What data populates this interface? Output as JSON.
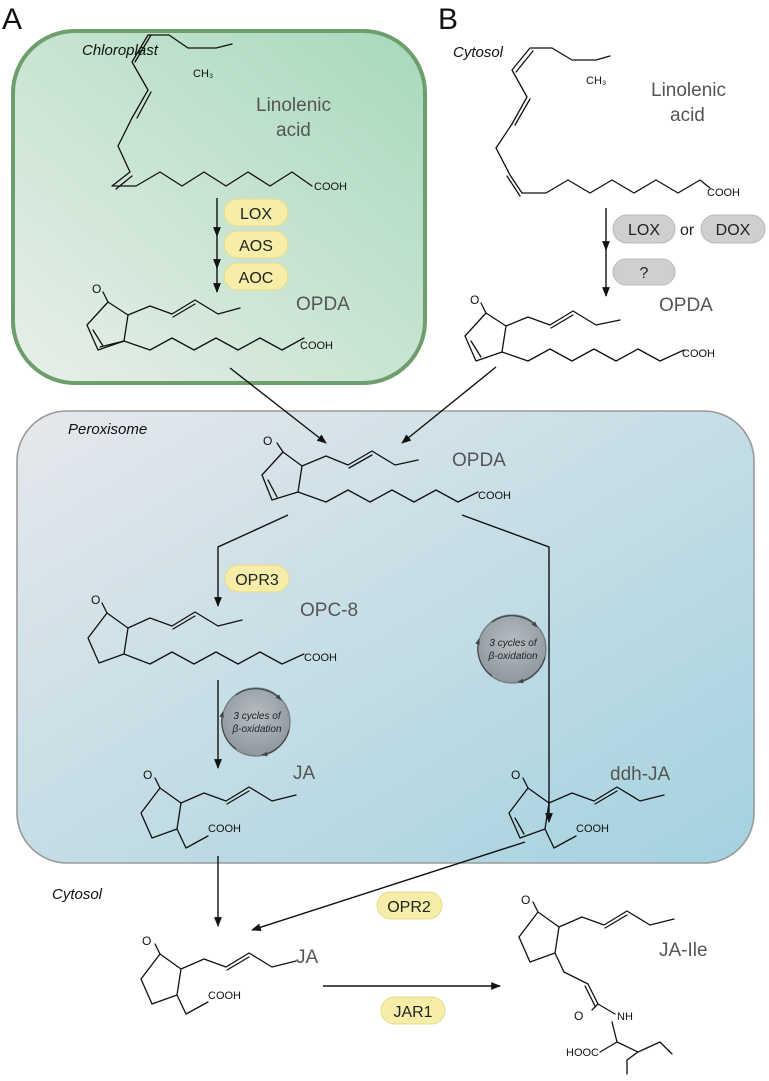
{
  "panels": {
    "a": {
      "label": "A",
      "compartment": "Chloroplast",
      "substrate": [
        "Linolenic",
        "acid"
      ],
      "enzymes": [
        "LOX",
        "AOS",
        "AOC"
      ],
      "product": "OPDA"
    },
    "b": {
      "label": "B",
      "compartment": "Cytosol",
      "substrate": [
        "Linolenic",
        "acid"
      ],
      "enzyme_lox": "LOX",
      "or_word": "or",
      "enzyme_dox": "DOX",
      "unknown": "?",
      "product": "OPDA"
    }
  },
  "peroxisome": {
    "label": "Peroxisome",
    "opda": "OPDA",
    "opr3": "OPR3",
    "opc8": "OPC-8",
    "beta_ox": [
      "3 cycles of",
      "β-oxidation"
    ],
    "ja": "JA",
    "ddh_ja": "ddh-JA"
  },
  "cytosol": {
    "label": "Cytosol",
    "opr2": "OPR2",
    "ja": "JA",
    "jar1": "JAR1",
    "ja_ile": "JA-Ile"
  },
  "chem_labels": {
    "ch3": "CH₃",
    "cooh": "COOH",
    "hooc": "HOOC",
    "o": "O",
    "nh": "NH"
  },
  "colors": {
    "chloroplast_fill": "#b3dcc1",
    "chloroplast_border": "#6e9e6c",
    "peroxisome_fill": "#bdd9e2",
    "peroxisome_border": "#9a9a9a",
    "enzyme_yellow": "#f5eda8",
    "enzyme_gray": "#cfcfcf",
    "cycle_gray": "#9ea7ad"
  }
}
